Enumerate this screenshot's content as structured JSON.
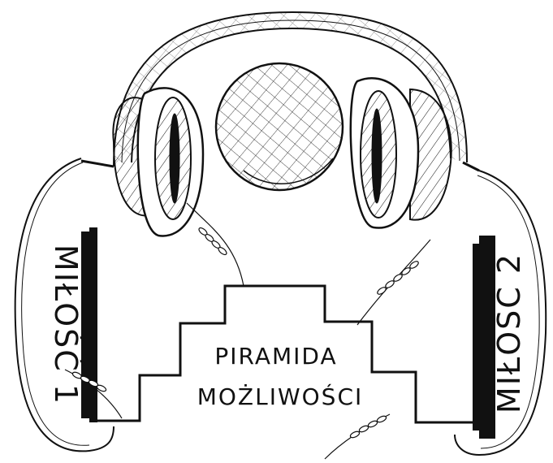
{
  "labels": {
    "left": "MIŁOŚĆ 1",
    "right": "MIŁOŚĆ 2",
    "pyramid_line1": "PIRAMIDA",
    "pyramid_line2": "MOŻLIWOŚCI"
  },
  "colors": {
    "ink": "#111111",
    "paper": "#ffffff"
  },
  "icons": {
    "headphones": "headphones-icon",
    "wheat": "wheat-icon",
    "bread": "bread-loaf-icon"
  }
}
